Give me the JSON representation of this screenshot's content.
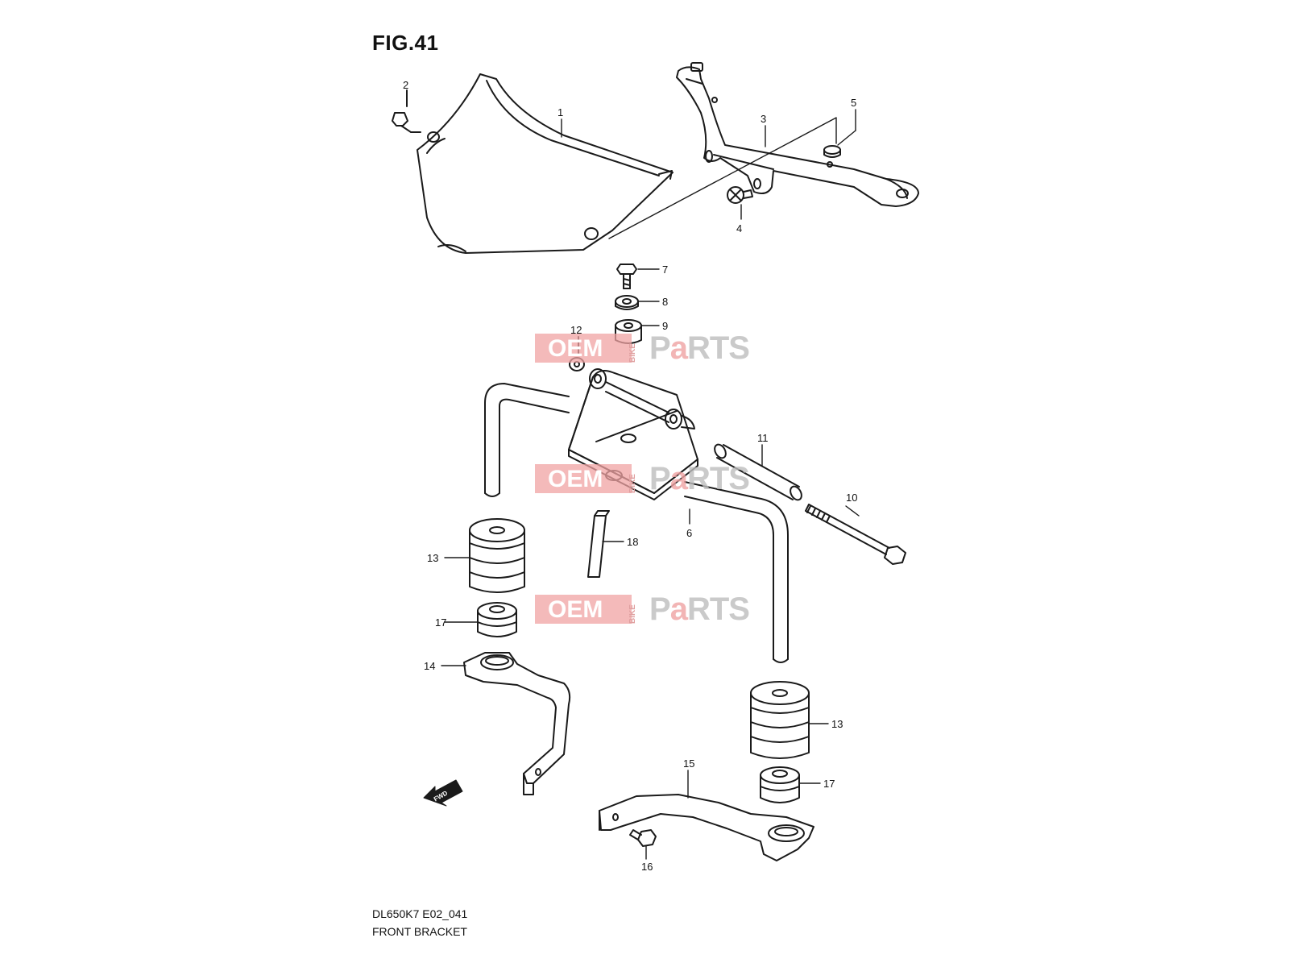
{
  "figure": {
    "title": "FIG.41",
    "code": "DL650K7 E02_041",
    "name": "FRONT BRACKET"
  },
  "watermark": {
    "oem": "OEM",
    "bike": "BIKE",
    "parts_p": "P",
    "parts_a": "a",
    "parts_rest": "RTS"
  },
  "fwd_label": "FWD",
  "callouts": [
    "1",
    "2",
    "3",
    "4",
    "5",
    "6",
    "7",
    "8",
    "9",
    "10",
    "11",
    "12",
    "13",
    "13",
    "14",
    "15",
    "16",
    "17",
    "17",
    "18"
  ],
  "colors": {
    "line": "#1a1a1a",
    "watermark_red": "#f0a3a3",
    "watermark_gray": "#bdbdbd"
  }
}
